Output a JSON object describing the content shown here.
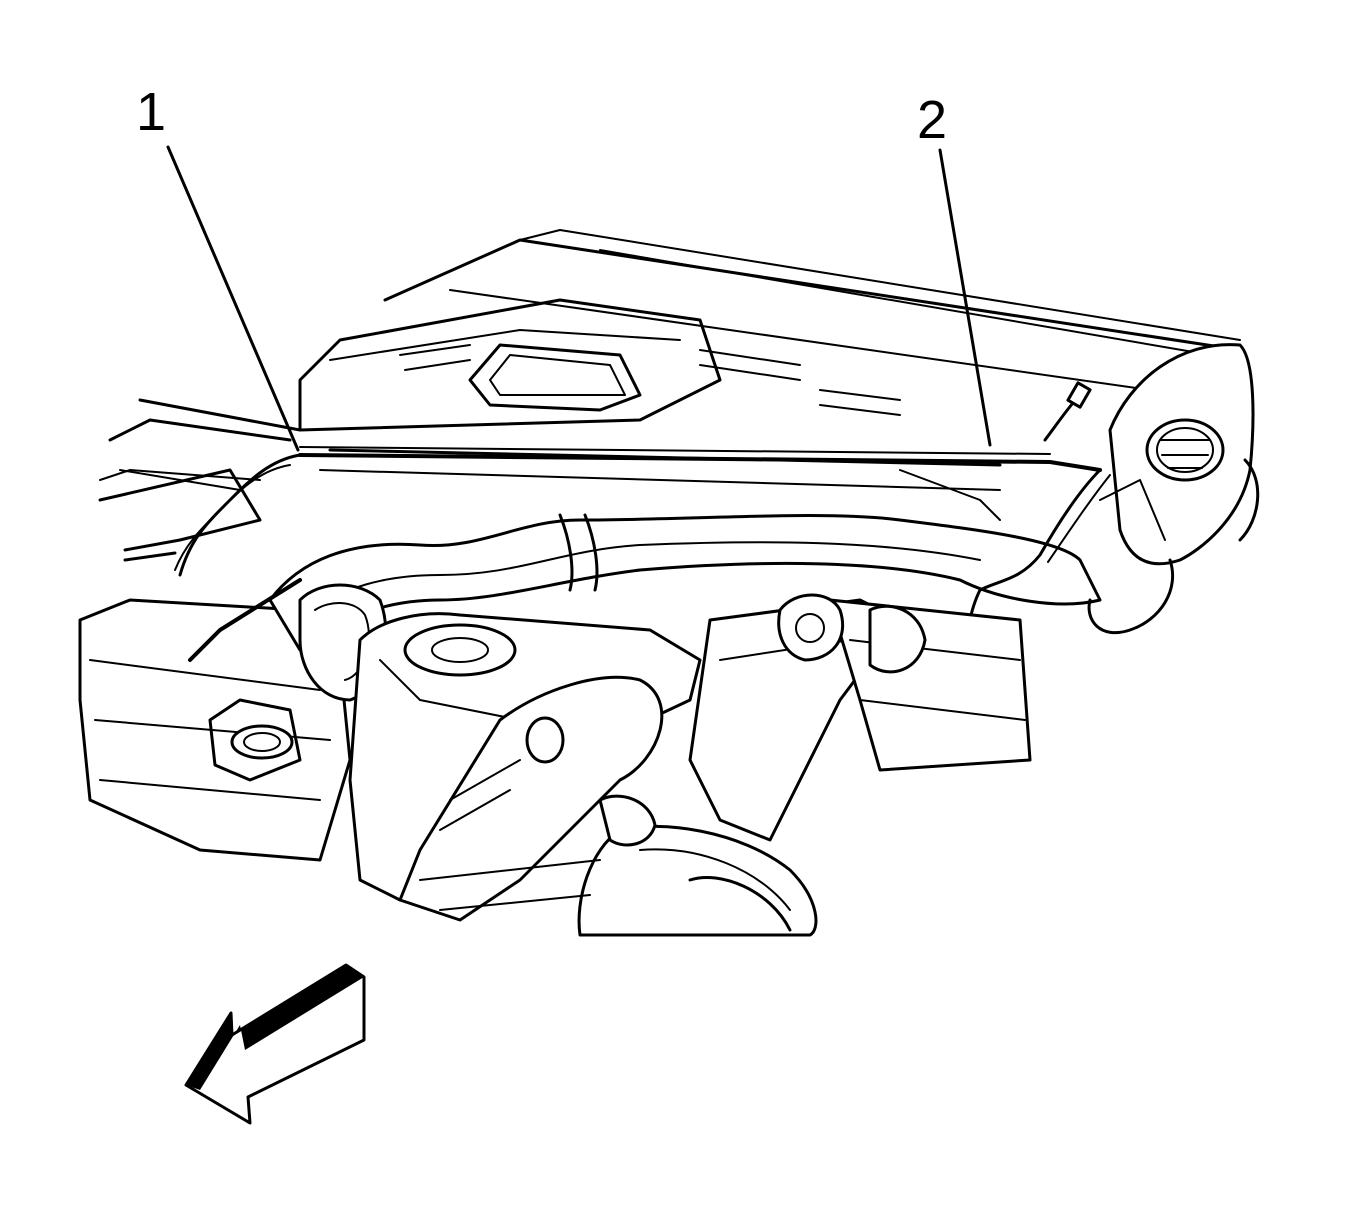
{
  "callouts": [
    {
      "id": "1",
      "label": "1"
    },
    {
      "id": "2",
      "label": "2"
    }
  ],
  "colors": {
    "line": "#000000",
    "background": "#ffffff"
  },
  "icons": {
    "direction_arrow": "front-direction-arrow-icon"
  }
}
